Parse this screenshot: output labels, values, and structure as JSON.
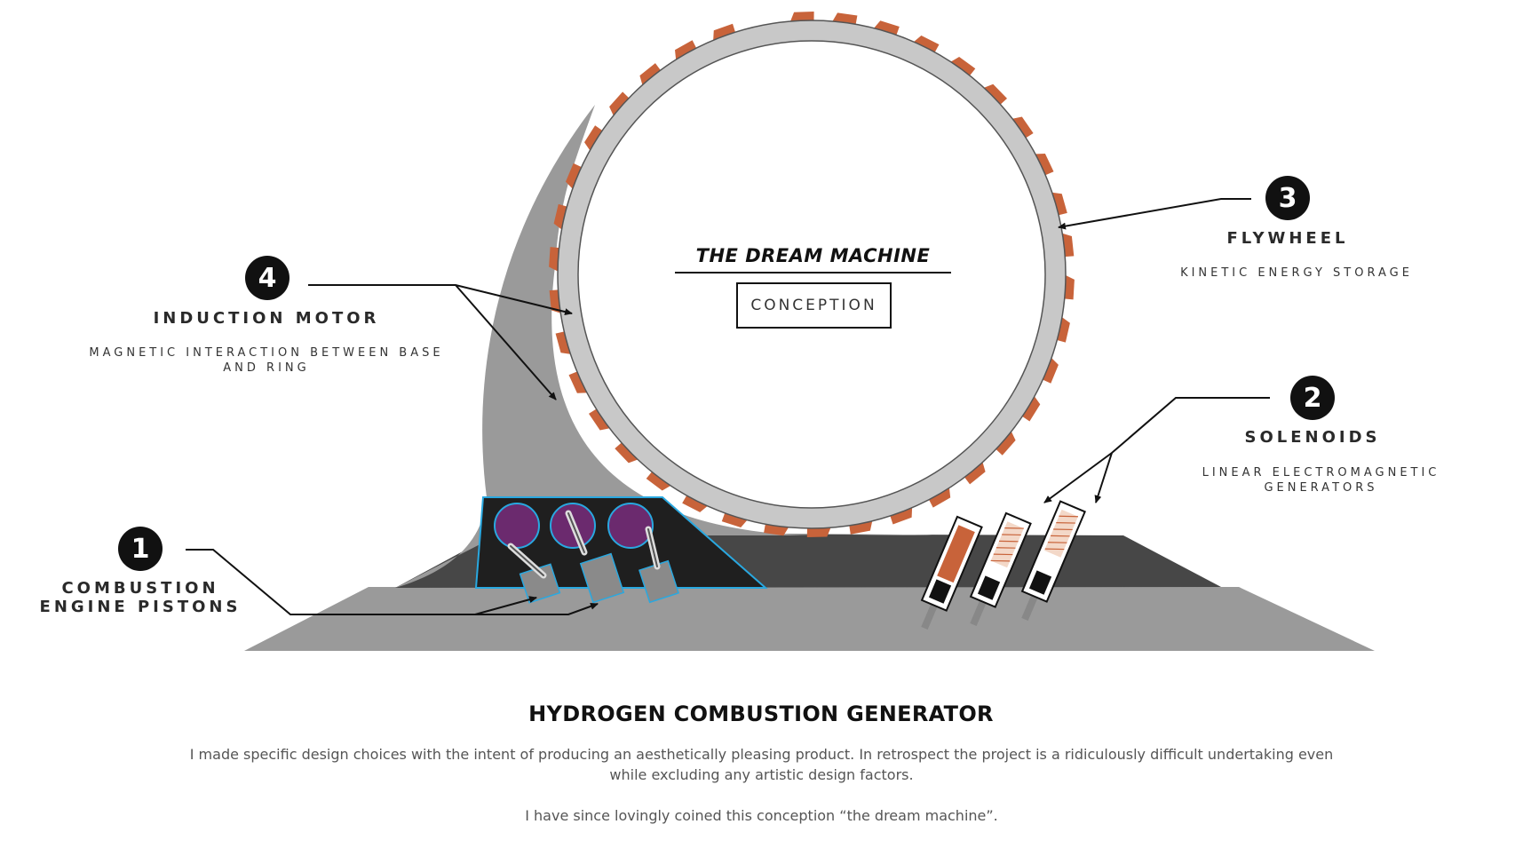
{
  "diagram": {
    "title": "THE DREAM MACHINE",
    "subtitle_box": "CONCEPTION",
    "callouts": [
      {
        "number": "1",
        "title_lines": [
          "COMBUSTION",
          "ENGINE PISTONS"
        ],
        "subtitle": ""
      },
      {
        "number": "2",
        "title_lines": [
          "SOLENOIDS"
        ],
        "subtitle_lines": [
          "LINEAR ELECTROMAGNETIC",
          "GENERATORS"
        ]
      },
      {
        "number": "3",
        "title_lines": [
          "FLYWHEEL"
        ],
        "subtitle_lines": [
          "KINETIC ENERGY STORAGE"
        ]
      },
      {
        "number": "4",
        "title_lines": [
          "INDUCTION MOTOR"
        ],
        "subtitle_lines": [
          "MAGNETIC INTERACTION BETWEEN BASE",
          "AND RING"
        ]
      }
    ],
    "colors": {
      "base_gray": "#9a9a9a",
      "dark_gray": "#4a4a4a",
      "engine_black": "#1f1f1f",
      "accent_blue": "#29a8e0",
      "cylinder_purple": "#6b2a6e",
      "copper": "#c8633a",
      "ring_gray": "#c8c8c8"
    }
  },
  "footer": {
    "heading": "HYDROGEN COMBUSTION GENERATOR",
    "paragraph_1_line_1": "I made specific design choices with the intent of producing an aesthetically pleasing product. In retrospect the project is a ridiculously difficult undertaking even",
    "paragraph_1_line_2": "while excluding any artistic design factors.",
    "paragraph_2": "I have since lovingly coined this conception “the dream machine”."
  }
}
